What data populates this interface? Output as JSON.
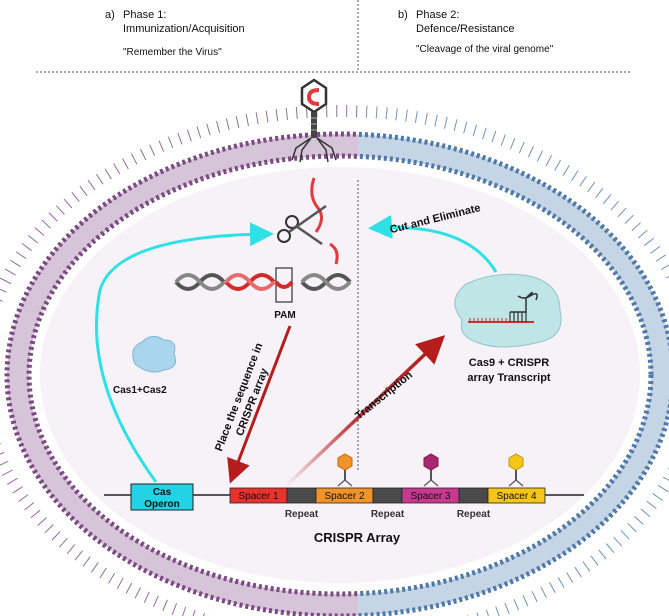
{
  "phase_a": {
    "letter": "a)",
    "title": "Phase 1:",
    "subtitle": "Immunization/Acquisition",
    "quote": "\"Remember the Virus\""
  },
  "phase_b": {
    "letter": "b)",
    "title": "Phase 2:",
    "subtitle": "Defence/Resistance",
    "quote": "\"Cleavage of the viral genome\""
  },
  "labels": {
    "pam": "PAM",
    "cas1_cas2": "Cas1+Cas2",
    "place_line1": "Place the sequence in",
    "place_line2": "CRISPR array",
    "cut_eliminate": "Cut and Eliminate",
    "transcription": "Transcription",
    "cas9_line1": "Cas9 + CRISPR",
    "cas9_line2": "array Transcript",
    "crispr_array": "CRISPR Array"
  },
  "array": {
    "cas_operon_line1": "Cas",
    "cas_operon_line2": "Operon",
    "spacers": [
      {
        "label": "Spacer 1",
        "color": "#e8322e"
      },
      {
        "label": "Spacer 2",
        "color": "#f0932b"
      },
      {
        "label": "Spacer 3",
        "color": "#c5398f"
      },
      {
        "label": "Spacer 4",
        "color": "#f5c518"
      }
    ],
    "repeat_label": "Repeat",
    "repeat_color": "#4a4a4a",
    "cas_operon_color": "#22d3e6"
  },
  "colors": {
    "membrane_left": "#8a5a90",
    "membrane_right": "#5a86b4",
    "cytoplasm": "#f7f1f8",
    "arrow_cyan": "#2de1e6",
    "arrow_red": "#b51d1d"
  },
  "icons": [
    "bacteriophage-icon",
    "scissors-icon",
    "dna-helix-icon",
    "cas-protein-icon",
    "cas9-complex-icon",
    "phage-icon"
  ]
}
